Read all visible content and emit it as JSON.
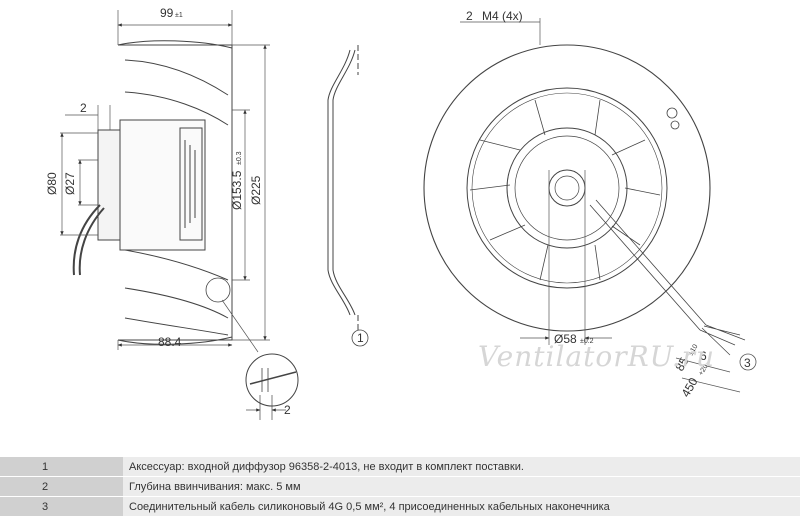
{
  "dimensions": {
    "width_99": "99",
    "width_99_tol": "±1",
    "screw_spec": "M4 (4x)",
    "depth_2": "2",
    "diam_80": "Ø80",
    "diam_27": "Ø27",
    "diam_153": "Ø153.5",
    "diam_153_tol": "±0.3",
    "diam_225": "Ø225",
    "depth_88": "88.4",
    "detail_2": "2",
    "diam_58": "Ø58",
    "diam_58_tol": "±0.2",
    "cable_85": "85",
    "cable_85_tol": "±10",
    "cable_450": "450",
    "cable_450_tol": "+20",
    "strip_6": "6"
  },
  "callouts": {
    "c1": "1",
    "c2": "2",
    "c3": "3"
  },
  "watermark": "VentilatorRU.ru",
  "notes": [
    {
      "num": "1",
      "text": "Аксессуар: входной диффузор 96358-2-4013, не входит в комплект поставки."
    },
    {
      "num": "2",
      "text": "Глубина ввинчивания: макс. 5 мм"
    },
    {
      "num": "3",
      "text": "Соединительный кабель силиконовый 4G 0,5 мм², 4 присоединенных кабельных наконечника"
    }
  ]
}
